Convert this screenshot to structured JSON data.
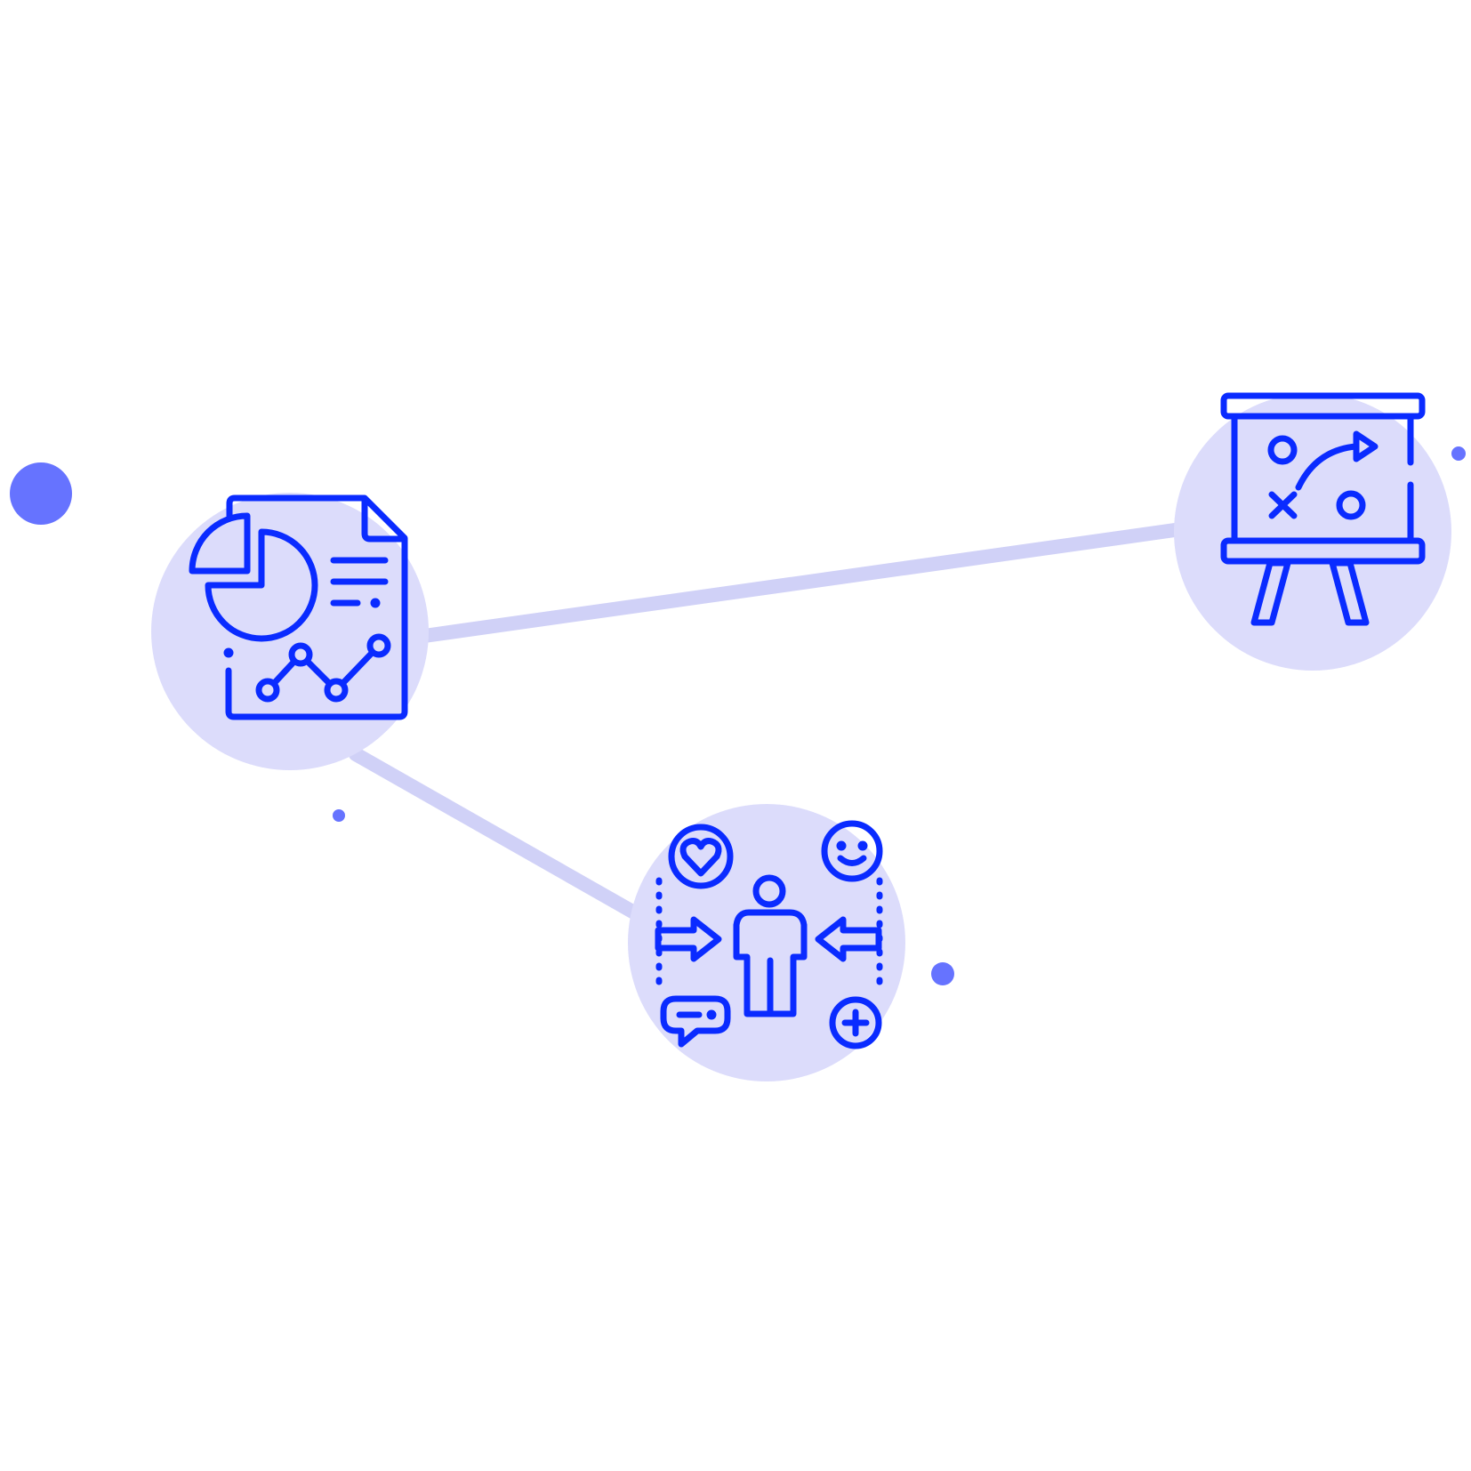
{
  "colors": {
    "background": "#ffffff",
    "icon_stroke": "#0a2bff",
    "node_fill": "#dcdcfb",
    "connector": "#d0d1f7",
    "dot": "#6673ff"
  },
  "nodes": [
    {
      "id": "analytics",
      "icon": "report-document-icon"
    },
    {
      "id": "strategy",
      "icon": "strategy-board-icon"
    },
    {
      "id": "customer",
      "icon": "customer-focus-icon"
    }
  ],
  "decorations": {
    "dots": [
      "large-dot",
      "small-dot",
      "small-dot",
      "small-dot"
    ],
    "connectors": [
      "analytics-to-strategy",
      "analytics-to-customer"
    ]
  }
}
